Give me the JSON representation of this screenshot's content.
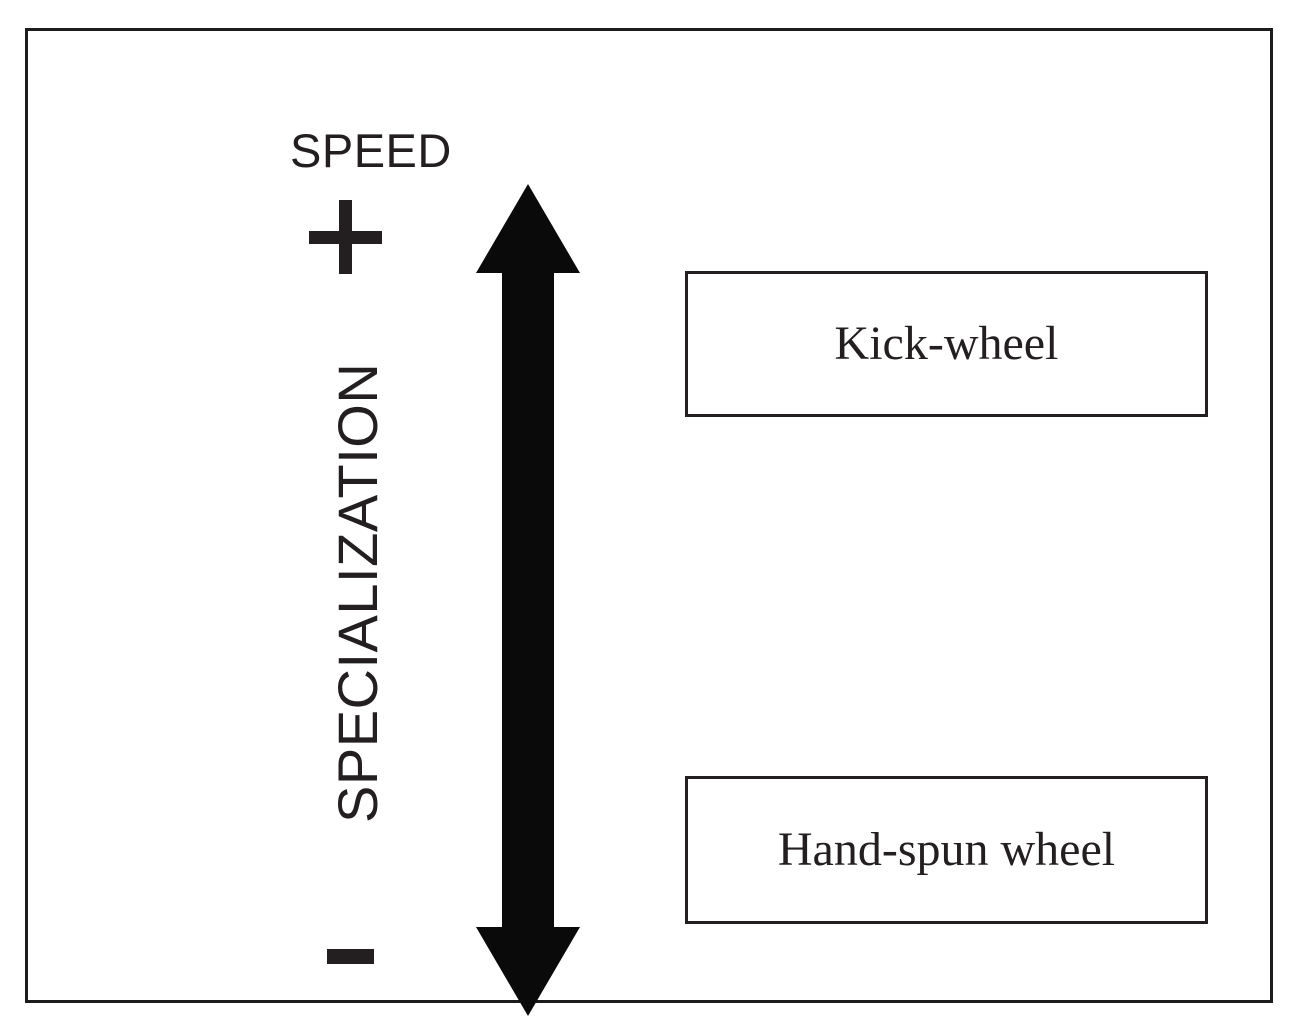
{
  "diagram": {
    "type": "axis-comparison-diagram",
    "background_color": "#ffffff",
    "ink_color": "#231f20",
    "axis": {
      "top_label": "SPEED",
      "top_pole_symbol": "+",
      "bottom_pole_symbol": "−",
      "vertical_label": "SPECIALIZATION",
      "arrow_style": "double-headed",
      "arrow_color": "#0a0a0a",
      "orientation": "vertical"
    },
    "items": [
      {
        "id": "kick-wheel",
        "label": "Kick-wheel",
        "position": "top"
      },
      {
        "id": "hand-spun-wheel",
        "label": "Hand-spun wheel",
        "position": "bottom"
      }
    ]
  }
}
